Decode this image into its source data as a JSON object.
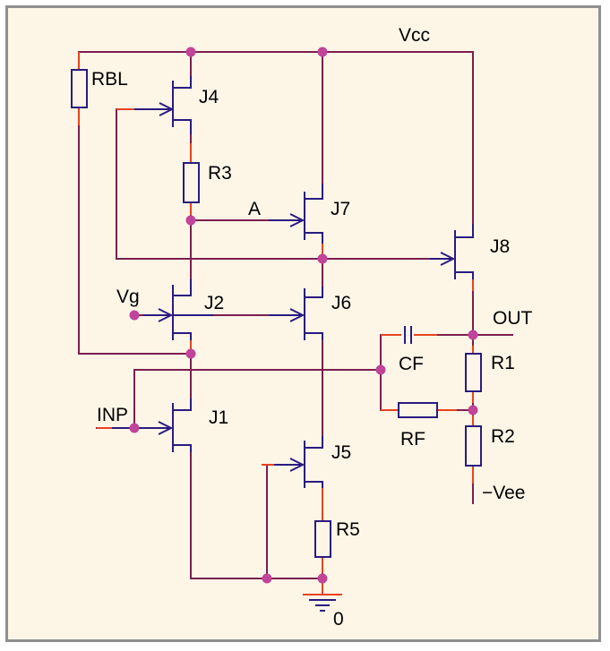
{
  "labels": {
    "vcc": "Vcc",
    "rbl": "RBL",
    "j4": "J4",
    "r3": "R3",
    "a": "A",
    "j7": "J7",
    "j8": "J8",
    "vg": "Vg",
    "j2": "J2",
    "j6": "J6",
    "out": "OUT",
    "cf": "CF",
    "r1": "R1",
    "inp": "INP",
    "j1": "J1",
    "rf": "RF",
    "r2": "R2",
    "j5": "J5",
    "vee": "−Vee",
    "r5": "R5",
    "gnd": "0"
  },
  "colors": {
    "wire": "#7b1e4e",
    "terminal": "#e8431e",
    "component": "#2a1a80",
    "junction": "#c0449a",
    "background": "#fdf6e7",
    "border": "#8f8f8f"
  }
}
